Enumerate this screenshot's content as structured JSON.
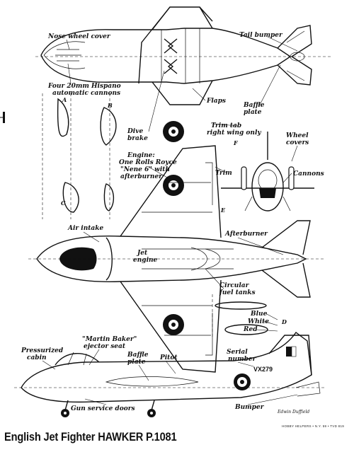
{
  "title": "English Jet Fighter HAWKER P.1081",
  "credit": "HOBBY HELPERS • N.Y. 59 • TVD 819",
  "signature": "Edwin Duffield",
  "markings": {
    "serial": "VX279"
  },
  "section_letters": [
    "A",
    "B",
    "C",
    "D",
    "E",
    "F"
  ],
  "labels": {
    "nose_wheel_cover": "Nose wheel cover",
    "cannons_1": "Four 20mm Hispano",
    "cannons_2": "automatic cannons",
    "tail_bumper": "Tail bumper",
    "flaps": "Flaps",
    "baffle_plate_top_1": "Baffle",
    "baffle_plate_top_2": "plate",
    "dive_brake_1": "Dive",
    "dive_brake_2": "brake",
    "trim_tab_1": "Trim tab",
    "trim_tab_2": "right wing only",
    "wheel_covers_1": "Wheel",
    "wheel_covers_2": "covers",
    "cannons_front": "Cannons",
    "engine_1": "Engine:",
    "engine_2": "One Rolls Royce",
    "engine_3": "\"Nene 6\" with",
    "engine_4": "afterburner",
    "trim": "Trim",
    "air_intake": "Air intake",
    "afterburner": "Afterburner",
    "jet_engine_1": "Jet",
    "jet_engine_2": "engine",
    "circular_fuel_tanks_1": "Circular",
    "circular_fuel_tanks_2": "fuel tanks",
    "blue": "Blue",
    "white": "White",
    "red": "Red",
    "ejector_seat_1": "\"Martin Baker\"",
    "ejector_seat_2": "ejector seat",
    "pressurized_cabin_1": "Pressurized",
    "pressurized_cabin_2": "cabin",
    "baffle_plate_side_1": "Baffle",
    "baffle_plate_side_2": "plate",
    "pitot": "Pitot",
    "serial_number_1": "Serial",
    "serial_number_2": "number",
    "gun_service_doors": "Gun service doors",
    "bumper": "Bumper"
  }
}
